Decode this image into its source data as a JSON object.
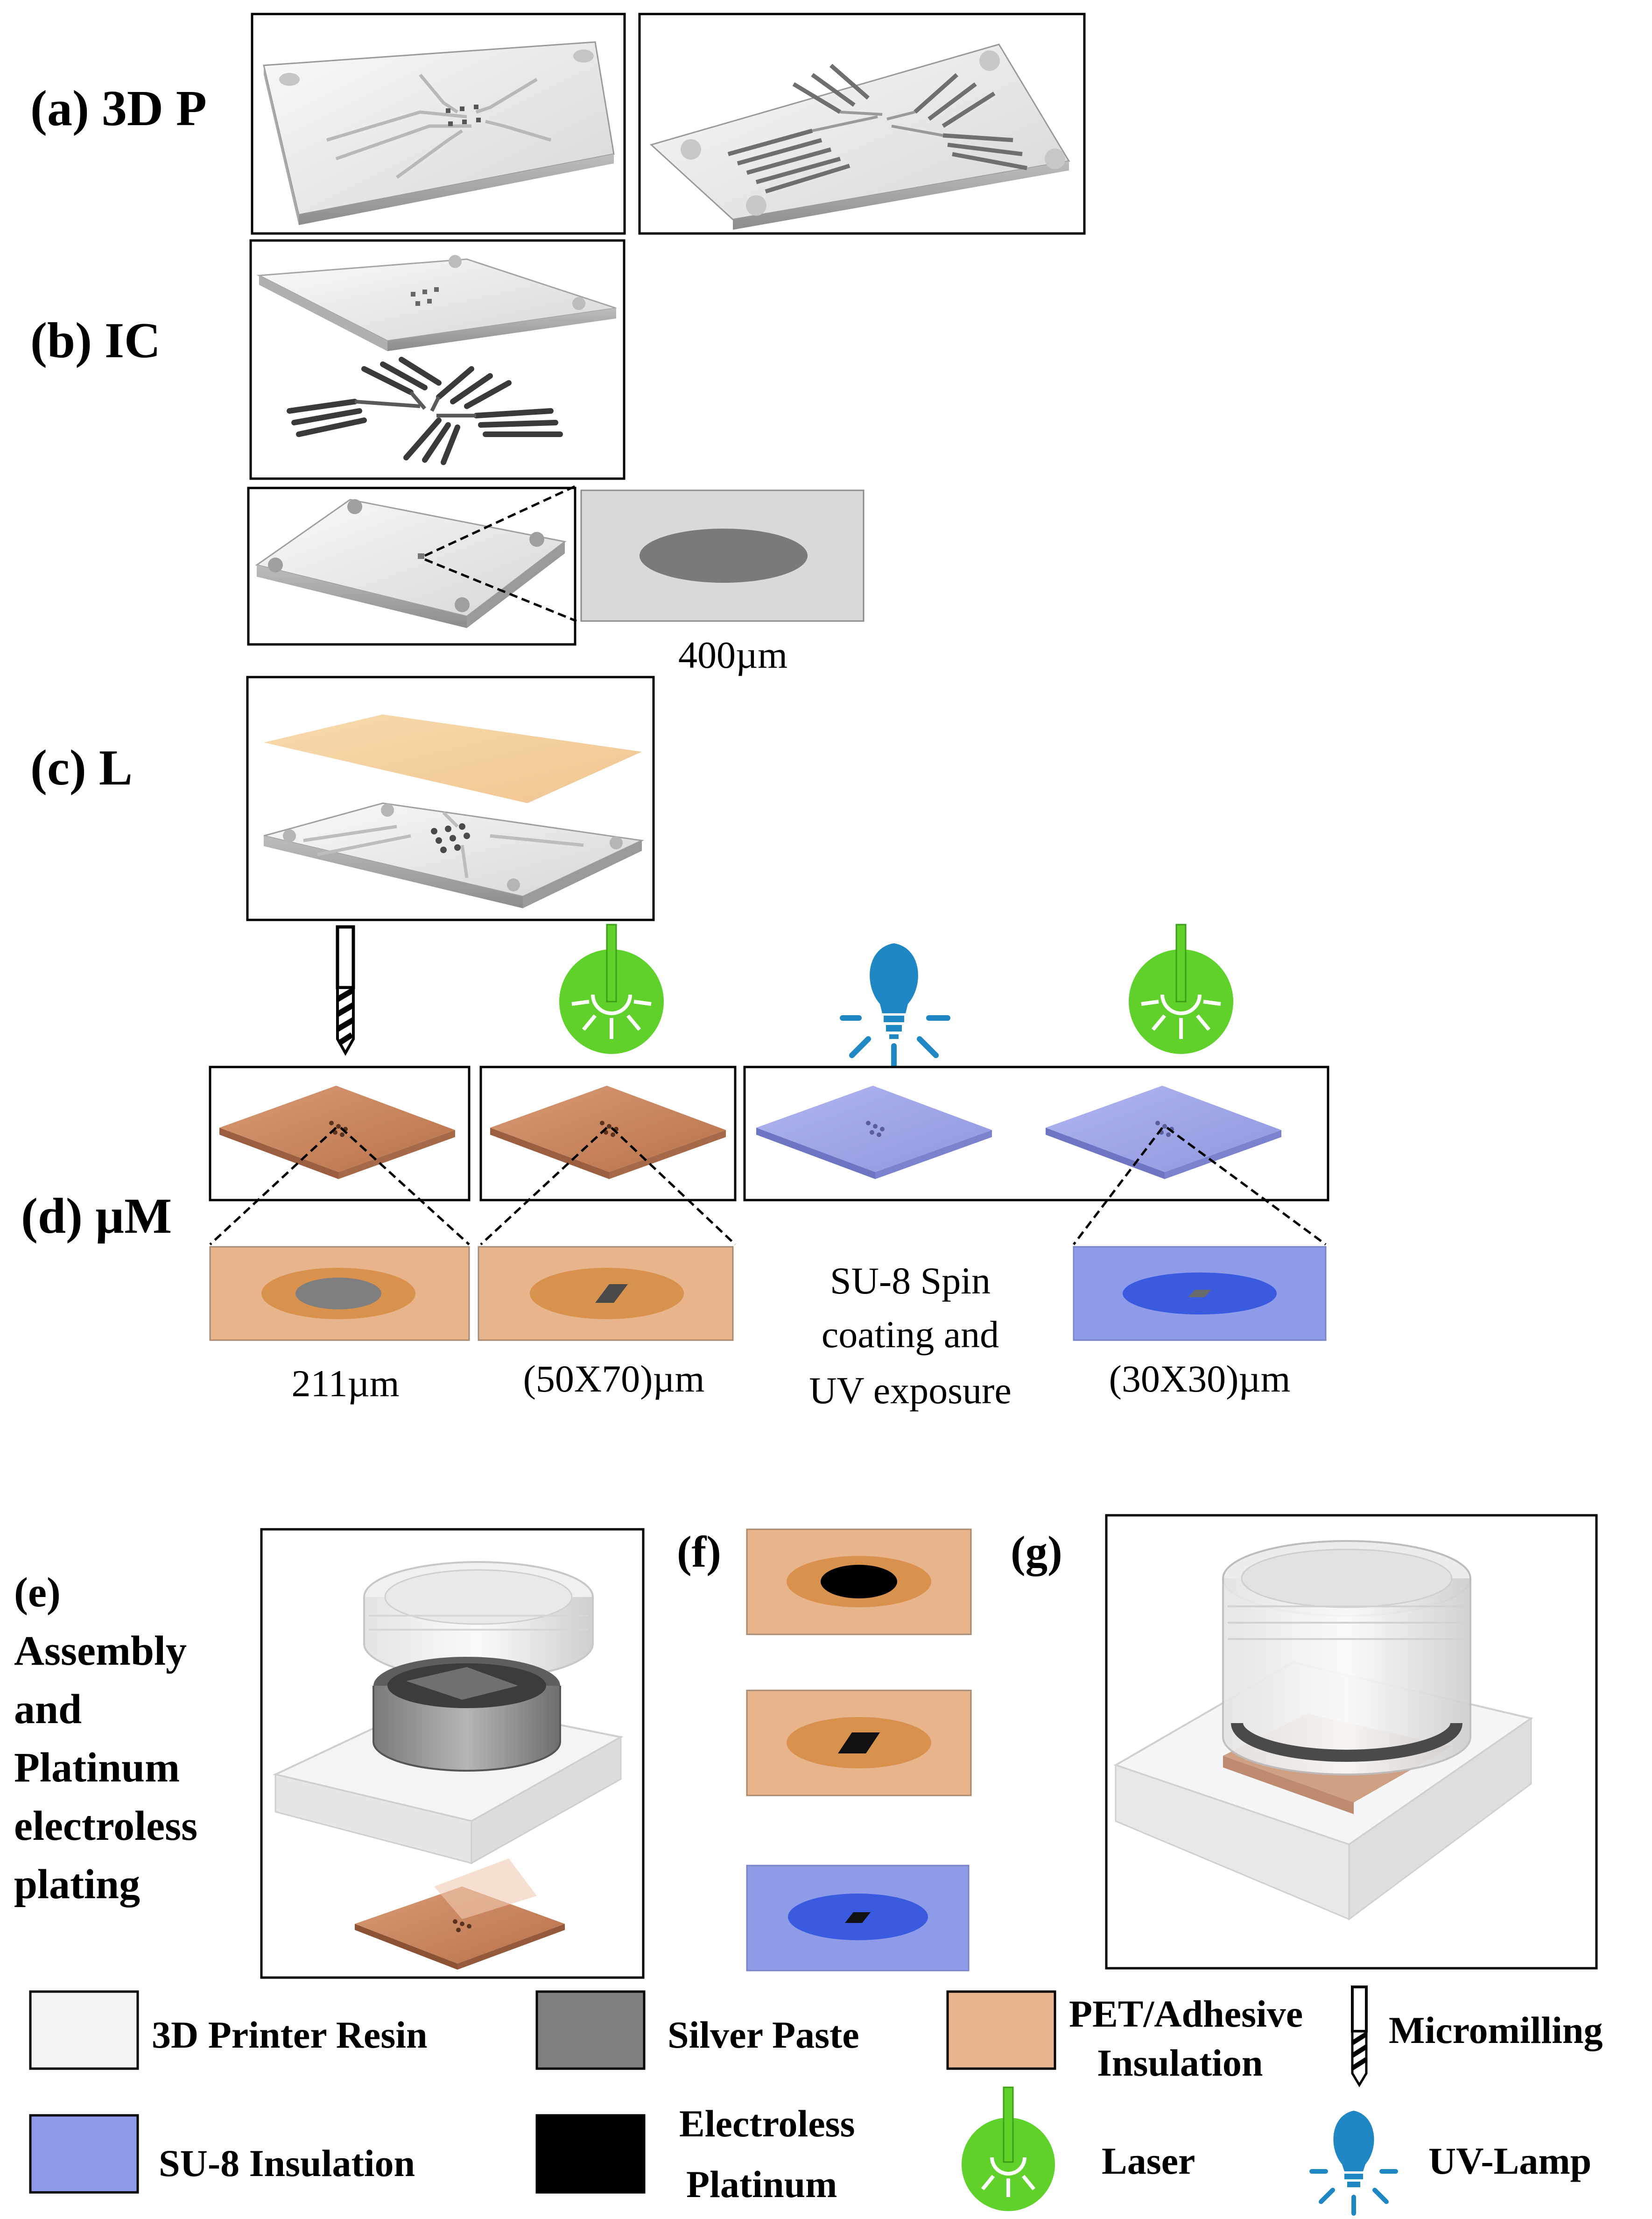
{
  "panels": {
    "a": {
      "label": "(a) 3D P"
    },
    "b": {
      "label": "(b) IC",
      "zoom_caption": "400µm"
    },
    "c": {
      "label": "(c) L"
    },
    "d": {
      "label": "(d) µM",
      "captions": [
        "211µm",
        "(50X70)µm",
        "(30X30)µm"
      ],
      "su8_text": [
        "SU-8 Spin",
        "coating and",
        "UV exposure"
      ]
    },
    "e": {
      "label_lines": [
        "(e)",
        "Assembly",
        "and",
        "Platinum",
        "electroless",
        "plating"
      ]
    },
    "f": {
      "label": "(f)"
    },
    "g": {
      "label": "(g)"
    }
  },
  "legend": {
    "resin": "3D Printer Resin",
    "silver": "Silver Paste",
    "pet_lines": [
      "PET/Adhesive",
      "Insulation"
    ],
    "micromilling": "Micromilling",
    "su8": "SU-8 Insulation",
    "platinum_lines": [
      "Electroless",
      "Platinum"
    ],
    "laser": "Laser",
    "uv": "UV-Lamp"
  },
  "colors": {
    "resin": "#f2f2f2",
    "silver": "#7f7f7f",
    "pet": "#e8b48c",
    "pet_ring": "#d9914e",
    "su8": "#8e9be8",
    "su8_ring": "#3a5adf",
    "platinum": "#000000",
    "laser": "#5fd12a",
    "uv": "#1e87c4"
  }
}
